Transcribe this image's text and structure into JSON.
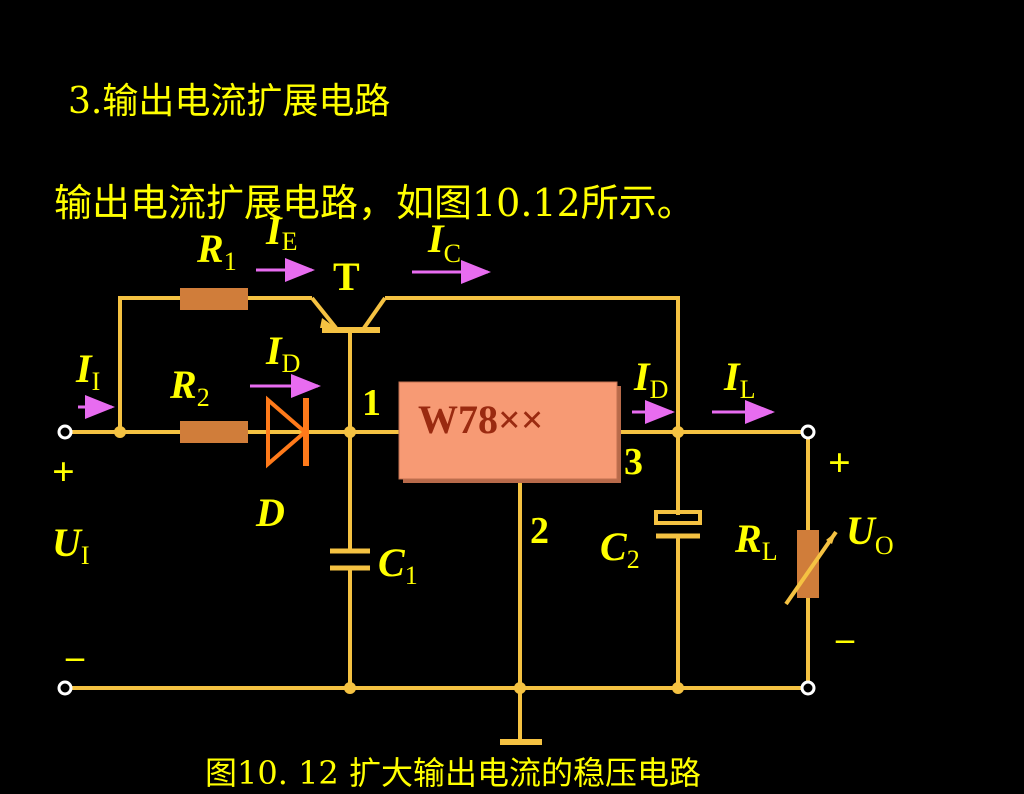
{
  "section_title": "3.输出电流扩展电路",
  "intro_text": "输出电流扩展电路，如图10.12所示。",
  "caption": "图10. 12 扩大输出电流的稳压电路",
  "colors": {
    "background": "#000000",
    "text": "#ffff00",
    "wire": "#f5c242",
    "resistor": "#d07d3a",
    "regulator_fill": "#f79a74",
    "current_arrow": "#e86cf0"
  },
  "circuit": {
    "regulator": {
      "label": "W78××",
      "pin_in": "1",
      "pin_gnd": "2",
      "pin_out": "3"
    },
    "transistor": {
      "label": "T"
    },
    "components": {
      "R1": {
        "main": "R",
        "sub": "1"
      },
      "R2": {
        "main": "R",
        "sub": "2"
      },
      "D": {
        "main": "D"
      },
      "C1": {
        "main": "C",
        "sub": "1"
      },
      "C2": {
        "main": "C",
        "sub": "2"
      },
      "RL": {
        "main": "R",
        "sub": "L"
      }
    },
    "currents": {
      "IE": {
        "main": "I",
        "sub": "E"
      },
      "IC": {
        "main": "I",
        "sub": "C"
      },
      "ID_left": {
        "main": "I",
        "sub": "D"
      },
      "II": {
        "main": "I",
        "sub": "I"
      },
      "ID_right": {
        "main": "I",
        "sub": "D"
      },
      "IL": {
        "main": "I",
        "sub": "L"
      }
    },
    "input": {
      "plus": "+",
      "minus": "–",
      "main": "U",
      "sub": "I"
    },
    "output": {
      "plus": "+",
      "minus": "–",
      "main": "U",
      "sub": "O"
    }
  }
}
